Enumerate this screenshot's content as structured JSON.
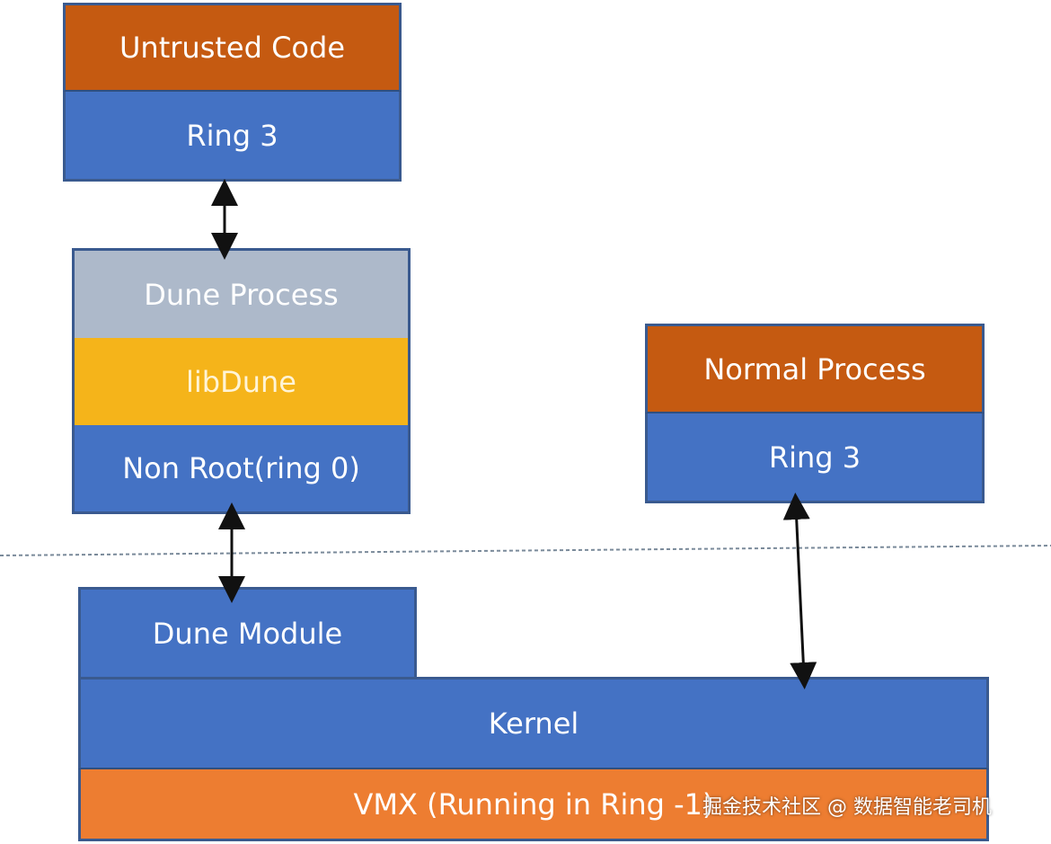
{
  "untrusted_stack": {
    "top_label": "Untrusted Code",
    "bottom_label": "Ring 3"
  },
  "dune_stack": {
    "process_label": "Dune Process",
    "lib_label": "libDune",
    "mode_label": "Non Root(ring 0)"
  },
  "normal_stack": {
    "process_label": "Normal Process",
    "ring_label": "Ring 3"
  },
  "kernel_stack": {
    "module_label": "Dune Module",
    "kernel_label": "Kernel",
    "vmx_label": "VMX (Running in Ring -1)"
  },
  "watermark": "掘金技术社区 @ 数据智能老司机",
  "colors": {
    "orange_dark": "#c55a11",
    "blue": "#4472c4",
    "grey": "#adb9ca",
    "gold": "#f5b41a",
    "orange": "#ed7d31"
  }
}
